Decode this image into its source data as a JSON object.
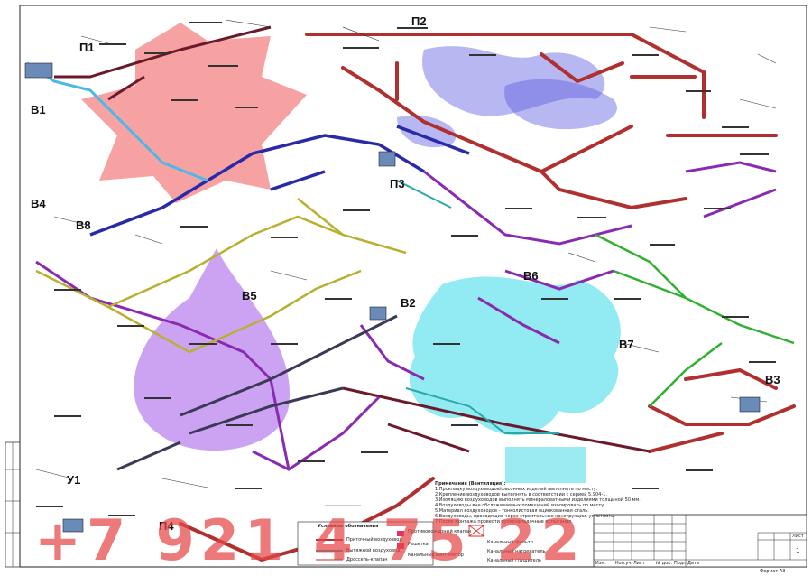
{
  "system_labels": {
    "p1": "П1",
    "p2": "П2",
    "p3": "П3",
    "p4": "П4",
    "v1": "В1",
    "v2": "В2",
    "v3": "В3",
    "v4": "В4",
    "v5": "В5",
    "v6": "В6",
    "v7": "В7",
    "v8": "В8",
    "u1": "У1"
  },
  "watermark_phone": "+7 921 4 75 22",
  "notes": {
    "title": "Примечания (Вентиляция):",
    "lines": [
      "1.Прокладку воздуховодов/фасонных изделий выполнять по месту.",
      "2.Крепление воздуховодов выполнять в соответствии с серией 5.904-1.",
      "3.Изоляцию воздуховодов выполнять минераловатными изделиями толщиной 50 мм.",
      "4.Воздуховоды вне обслуживаемых помещений изолировать по месту.",
      "5.Материал воздуховодов - тонколистовая оцинкованная сталь.",
      "6.Воздуховоды, проходящие через строительные конструкции, уплотнить.",
      "7.После монтажа провести пусконаладочные испытания."
    ]
  },
  "legend": {
    "title": "Условные обозначения",
    "items": [
      "Приточный воздуховод",
      "Вытяжной воздуховод",
      "Дроссель-клапан",
      "Противопожарный клапан",
      "Решетка",
      "Канальный вентилятор",
      "Канальный фильтр",
      "Канальный нагреватель",
      "Канальный глушитель"
    ]
  },
  "stamp": {
    "rows": [
      "Изм.",
      "Кол.уч.",
      "Лист",
      "№ док.",
      "Подп.",
      "Дата"
    ],
    "sheet_label": "Лист",
    "sheet_no": "1",
    "format": "Формат А3"
  },
  "colors": {
    "supply": "#b03030",
    "exhaust": "#2a2aa8",
    "exhaust2": "#8a2ab0",
    "branch_green": "#30b030",
    "yellow": "#b8b030",
    "cyan_patch": "#38d8e8",
    "red_patch": "#ee5555",
    "purple_patch": "#9a48e8",
    "blue_patch": "#6060e0"
  }
}
